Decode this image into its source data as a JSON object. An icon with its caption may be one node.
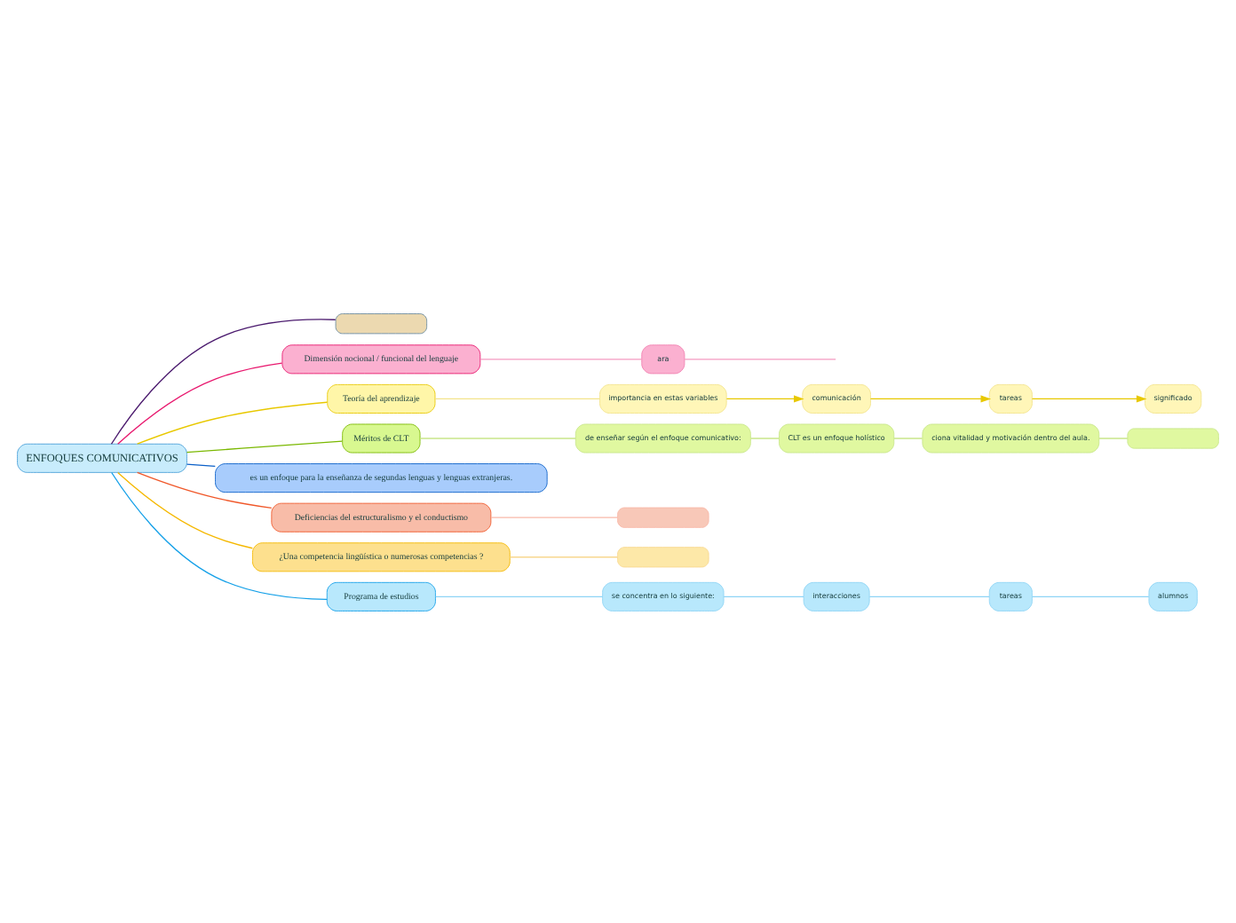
{
  "diagram": {
    "nodes": [
      {
        "text": [
          "ENFOQUES COMUNICATIVOS"
        ]
      },
      {
        "text": [],
        "shape": "box"
      },
      {
        "text": [
          "Dimensión nocional / funcional del lenguaje"
        ]
      },
      {
        "text": [
          "ara"
        ]
      },
      {
        "text": [
          "Teoría del aprendizaje"
        ]
      },
      {
        "text": [
          "importancia en estas variables"
        ]
      },
      {
        "text": [
          "comunicación"
        ]
      },
      {
        "text": [
          "tareas"
        ]
      },
      {
        "text": [
          "significado"
        ]
      },
      {
        "text": [
          "Méritos de CLT"
        ]
      },
      {
        "text": [
          "de enseñar según el enfoque comunicativo:"
        ]
      },
      {
        "text": [
          "CLT es un enfoque holístico"
        ]
      },
      {
        "text": [
          "ciona vitalidad y motivación dentro del aula."
        ]
      },
      {
        "text": [],
        "shape": "box"
      },
      {
        "text": [
          "es un enfoque para la enseñanza de segundas lenguas y lenguas extranjeras."
        ]
      },
      {
        "text": [
          "Deficiencias del estructuralismo y el conductismo"
        ]
      },
      {
        "text": [],
        "shape": "box"
      },
      {
        "text": [
          "¿Una competencia lingüística o numerosas competencias ?"
        ]
      },
      {
        "text": [],
        "shape": "box"
      },
      {
        "text": [
          "Programa de estudios"
        ]
      },
      {
        "text": [
          "se concentra en lo siguiente:"
        ]
      },
      {
        "text": [
          "interacciones"
        ]
      },
      {
        "text": [
          "tareas"
        ]
      },
      {
        "text": [
          "alumnos"
        ]
      }
    ],
    "edges": [
      {
        "from": 0,
        "to": 1,
        "arrow": "none",
        "color": "#4b1a6e"
      },
      {
        "from": 0,
        "to": 2,
        "arrow": "none",
        "color": "#e8186e"
      },
      {
        "from": 2,
        "to": 3,
        "arrow": "none",
        "color": "#f59ac0"
      },
      {
        "from": 3,
        "to": null,
        "arrow": "none",
        "color": "#f59ac0"
      },
      {
        "from": 0,
        "to": 4,
        "arrow": "none",
        "color": "#e8c800"
      },
      {
        "from": 4,
        "to": 5,
        "arrow": "none",
        "color": "#f3e38a"
      },
      {
        "from": 5,
        "to": 6,
        "arrow": "to",
        "color": "#e8c800"
      },
      {
        "from": 6,
        "to": 7,
        "arrow": "to",
        "color": "#e8c800"
      },
      {
        "from": 7,
        "to": 8,
        "arrow": "to",
        "color": "#e8c800"
      },
      {
        "from": 0,
        "to": 9,
        "arrow": "none",
        "color": "#7ab800"
      },
      {
        "from": 9,
        "to": 10,
        "arrow": "none",
        "color": "#c8e68a"
      },
      {
        "from": 10,
        "to": 11,
        "arrow": "none",
        "color": "#c8e68a"
      },
      {
        "from": 11,
        "to": 12,
        "arrow": "none",
        "color": "#c8e68a"
      },
      {
        "from": 12,
        "to": 13,
        "arrow": "none",
        "color": "#c8e68a"
      },
      {
        "from": 0,
        "to": 14,
        "arrow": "none",
        "color": "#0a5fc8"
      },
      {
        "from": 0,
        "to": 15,
        "arrow": "none",
        "color": "#f0582a"
      },
      {
        "from": 15,
        "to": 16,
        "arrow": "none",
        "color": "#f8b8a8"
      },
      {
        "from": 0,
        "to": 17,
        "arrow": "none",
        "color": "#f5b800"
      },
      {
        "from": 17,
        "to": 18,
        "arrow": "none",
        "color": "#f8d890"
      },
      {
        "from": 0,
        "to": 19,
        "arrow": "none",
        "color": "#14a0e8"
      },
      {
        "from": 19,
        "to": 20,
        "arrow": "none",
        "color": "#8ed4f5"
      },
      {
        "from": 20,
        "to": 21,
        "arrow": "none",
        "color": "#8ed4f5"
      },
      {
        "from": 21,
        "to": 22,
        "arrow": "none",
        "color": "#8ed4f5"
      },
      {
        "from": 22,
        "to": 23,
        "arrow": "none",
        "color": "#8ed4f5"
      }
    ]
  }
}
